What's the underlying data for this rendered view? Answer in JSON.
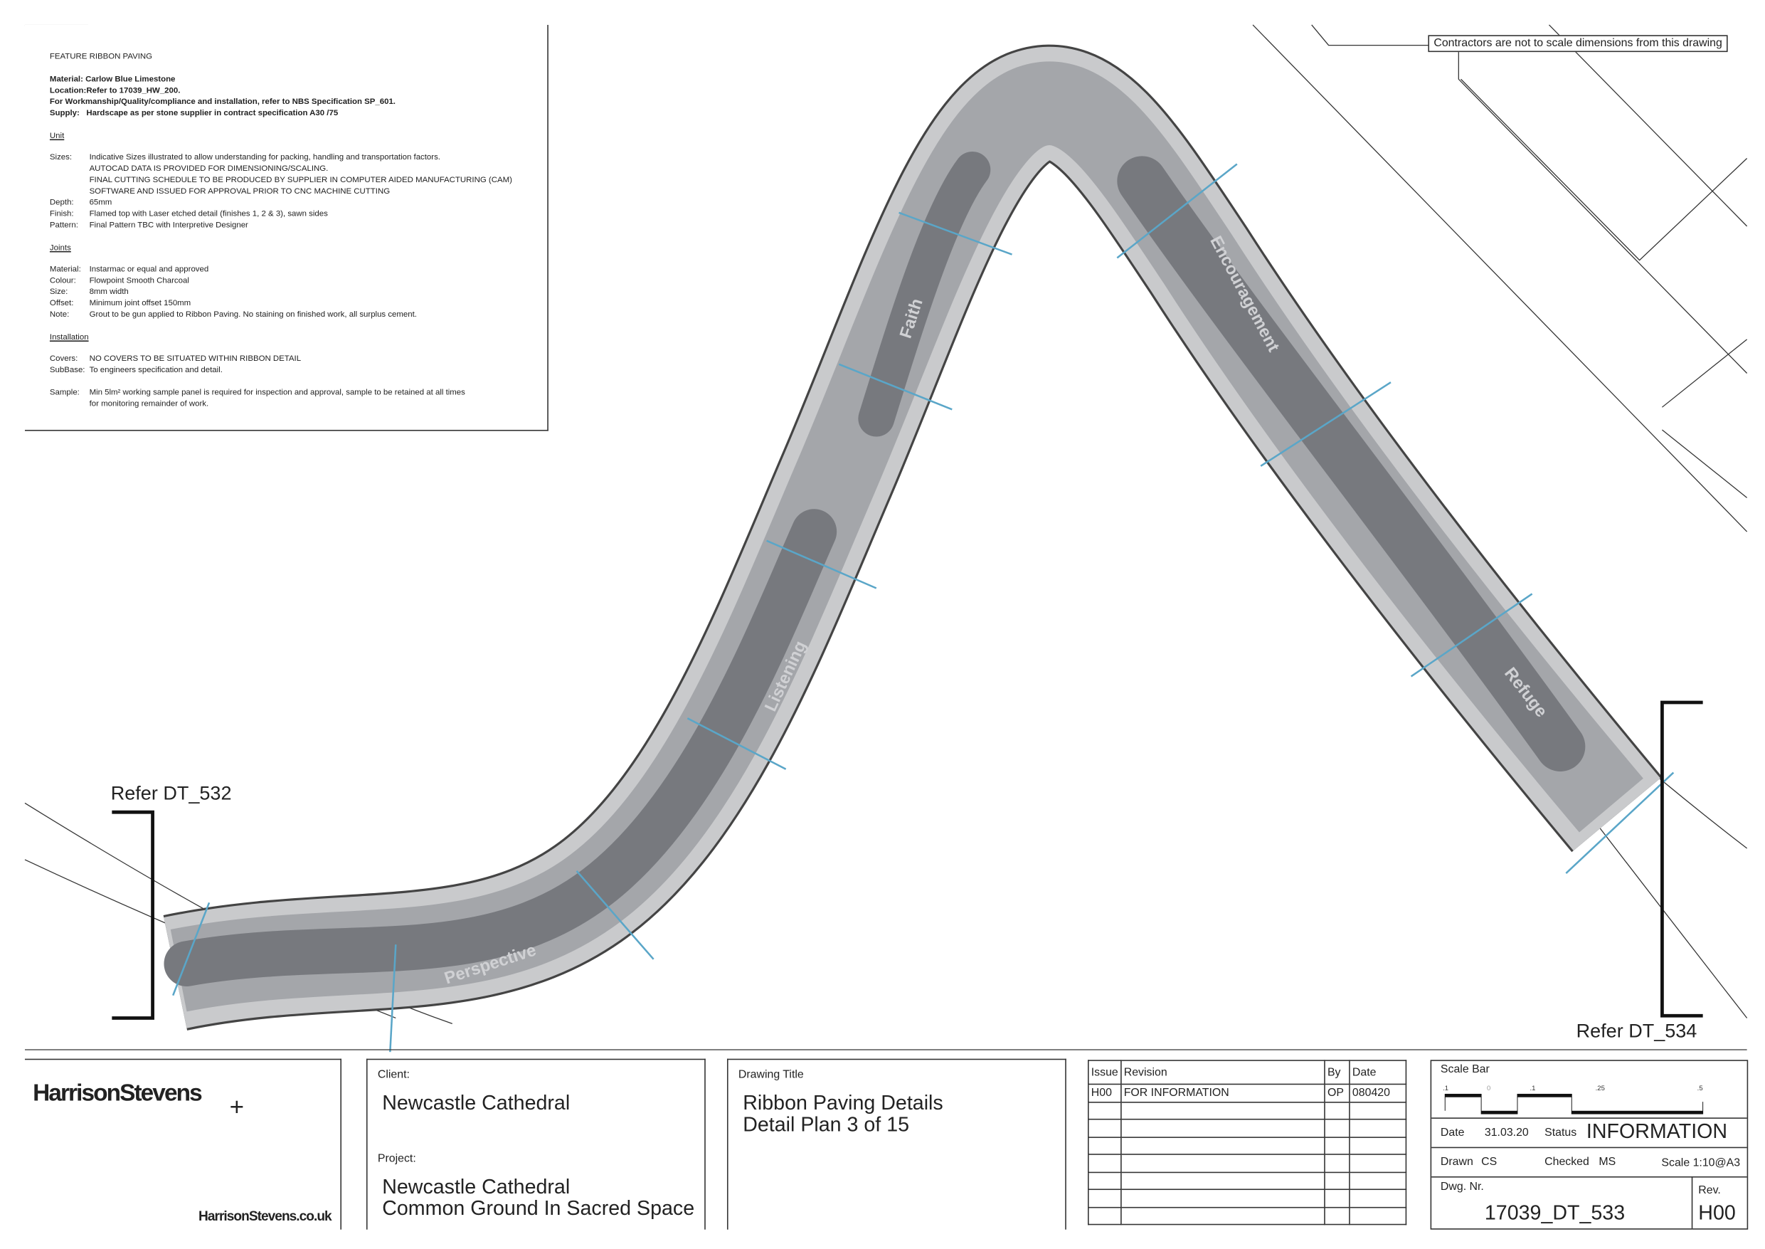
{
  "notice": "Contractors are not to scale dimensions from this drawing",
  "notes": {
    "title": "FEATURE RIBBON PAVING",
    "header_lines": [
      "Material: Carlow Blue Limestone",
      "Location:Refer to 17039_HW_200.",
      "For Workmanship/Quality/compliance and installation, refer to NBS Specification SP_601.",
      "Supply:   Hardscape as per stone supplier in contract specification A30 /75"
    ],
    "unit": {
      "heading": "Unit",
      "rows": [
        {
          "label": "Sizes:",
          "lines": [
            "Indicative Sizes illustrated to allow understanding for packing, handling and transportation factors.",
            "AUTOCAD DATA IS PROVIDED FOR DIMENSIONING/SCALING.",
            "FINAL CUTTING SCHEDULE TO BE PRODUCED BY SUPPLIER IN COMPUTER AIDED MANUFACTURING (CAM)",
            "SOFTWARE AND ISSUED FOR APPROVAL PRIOR TO CNC MACHINE CUTTING"
          ]
        },
        {
          "label": "Depth:",
          "lines": [
            "65mm"
          ]
        },
        {
          "label": "Finish:",
          "lines": [
            "Flamed top with Laser etched detail (finishes 1, 2 & 3), sawn sides"
          ]
        },
        {
          "label": "Pattern:",
          "lines": [
            "Final Pattern TBC with Interpretive Designer"
          ]
        }
      ]
    },
    "joints": {
      "heading": "Joints",
      "rows": [
        {
          "label": "Material:",
          "lines": [
            "Instarmac or equal and approved"
          ]
        },
        {
          "label": "Colour:",
          "lines": [
            "Flowpoint Smooth Charcoal"
          ]
        },
        {
          "label": "Size:",
          "lines": [
            "8mm width"
          ]
        },
        {
          "label": "Offset:",
          "lines": [
            "Minimum joint offset 150mm"
          ]
        },
        {
          "label": "Note:",
          "lines": [
            "Grout to be gun applied to Ribbon Paving. No staining on finished work,  all surplus cement."
          ]
        }
      ]
    },
    "installation": {
      "heading": "Installation",
      "rows": [
        {
          "label": "Covers:",
          "lines": [
            "NO COVERS TO BE SITUATED WITHIN RIBBON DETAIL"
          ]
        },
        {
          "label": "SubBase:",
          "lines": [
            "To engineers specification and detail."
          ]
        },
        {
          "label": "Sample:",
          "lines": [
            "Min 5lm² working sample panel  is required for inspection and approval, sample to be retained at all times",
            "for monitoring remainder of work."
          ]
        }
      ]
    }
  },
  "drawing": {
    "labels": [
      "Perspective",
      "Listening",
      "Faith",
      "Encouragement",
      "Refuge"
    ],
    "refer_left": "Refer DT_532",
    "refer_right": "Refer DT_534",
    "colors": {
      "outer": "#c9cacc",
      "mid": "#a4a6aa",
      "inner": "#77797e",
      "joint": "#5aa6c8"
    }
  },
  "title_block": {
    "company": "HarrisonStevens",
    "company_plus": "+",
    "website": "HarrisonStevens.co.uk",
    "client_label": "Client:",
    "client": "Newcastle Cathedral",
    "project_label": "Project:",
    "project_lines": [
      "Newcastle Cathedral",
      "Common Ground In Sacred Space"
    ],
    "drawing_title_label": "Drawing Title",
    "drawing_title_lines": [
      "Ribbon Paving Details",
      "Detail Plan 3 of 15"
    ],
    "revisions": {
      "headers": [
        "Issue",
        "Revision",
        "By",
        "Date"
      ],
      "rows": [
        [
          "H00",
          "FOR INFORMATION",
          "OP",
          "080420"
        ]
      ]
    },
    "scale_bar": {
      "label": "Scale Bar",
      "ticks": [
        ".1",
        "0",
        ".1",
        ".25",
        ".5"
      ]
    },
    "date_label": "Date",
    "date": "31.03.20",
    "status_label": "Status",
    "status": "INFORMATION",
    "drawn_label": "Drawn",
    "drawn": "CS",
    "checked_label": "Checked",
    "checked": "MS",
    "scale_label": "Scale 1:10@A3",
    "dwg_label": "Dwg. Nr.",
    "dwg": "17039_DT_533",
    "rev_label": "Rev.",
    "rev": "H00"
  }
}
